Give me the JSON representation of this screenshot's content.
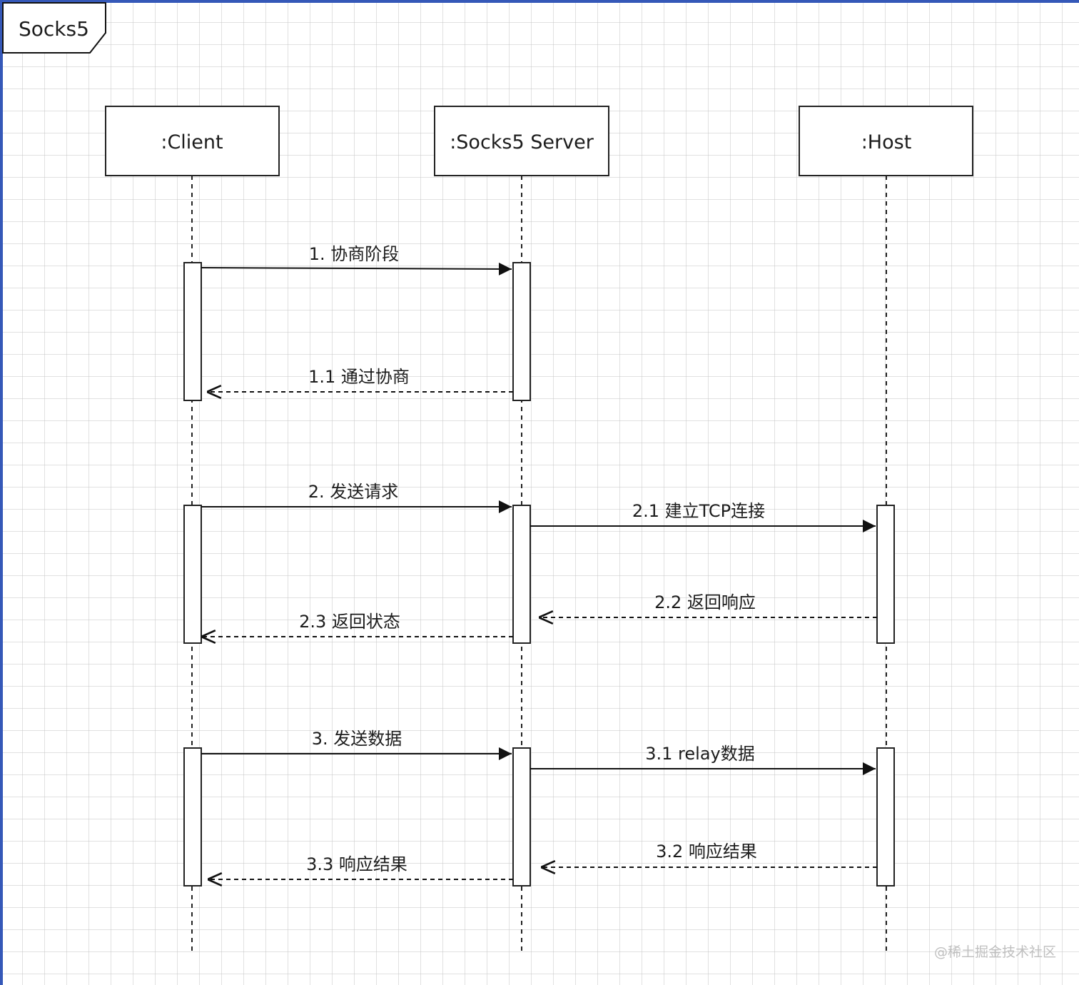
{
  "diagram": {
    "frame_title": "Socks5",
    "participants": [
      {
        "id": "client",
        "label": ":Client"
      },
      {
        "id": "server",
        "label": ":Socks5 Server"
      },
      {
        "id": "host",
        "label": ":Host"
      }
    ],
    "messages": [
      {
        "id": "m1",
        "label": "1. 协商阶段",
        "from": "client",
        "to": "server",
        "style": "sync"
      },
      {
        "id": "m1_1",
        "label": "1.1 通过协商",
        "from": "server",
        "to": "client",
        "style": "return"
      },
      {
        "id": "m2",
        "label": "2. 发送请求",
        "from": "client",
        "to": "server",
        "style": "sync"
      },
      {
        "id": "m2_1",
        "label": "2.1 建立TCP连接",
        "from": "server",
        "to": "host",
        "style": "sync"
      },
      {
        "id": "m2_2",
        "label": "2.2 返回响应",
        "from": "host",
        "to": "server",
        "style": "return"
      },
      {
        "id": "m2_3",
        "label": "2.3 返回状态",
        "from": "server",
        "to": "client",
        "style": "return"
      },
      {
        "id": "m3",
        "label": "3. 发送数据",
        "from": "client",
        "to": "server",
        "style": "sync"
      },
      {
        "id": "m3_1",
        "label": "3.1 relay数据",
        "from": "server",
        "to": "host",
        "style": "sync"
      },
      {
        "id": "m3_2",
        "label": "3.2 响应结果",
        "from": "host",
        "to": "server",
        "style": "return"
      },
      {
        "id": "m3_3",
        "label": "3.3 响应结果",
        "from": "server",
        "to": "client",
        "style": "return"
      }
    ]
  },
  "watermark": "@稀土掘金技术社区"
}
